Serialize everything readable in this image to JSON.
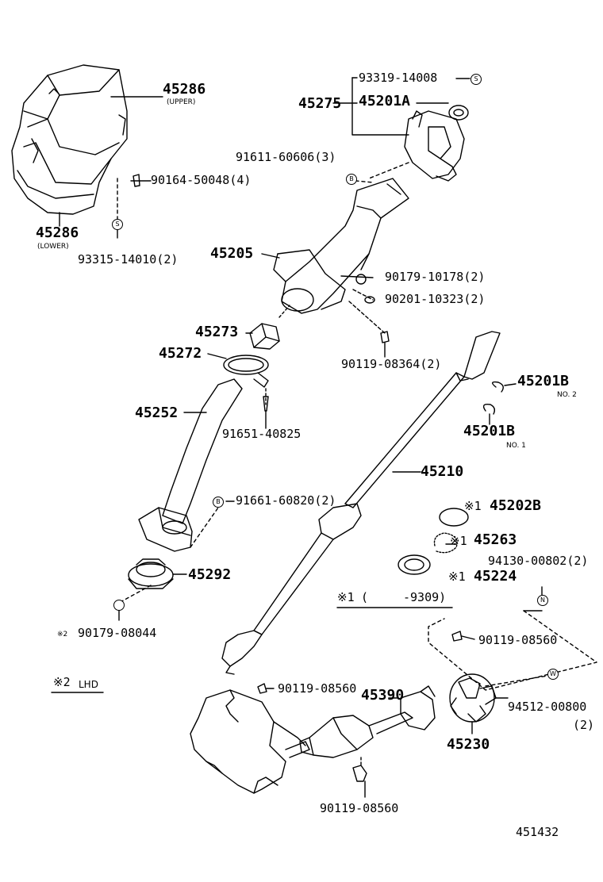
{
  "diagram_code": "451432",
  "parts": {
    "p45286_upper": {
      "num": "45286",
      "note": "(UPPER)"
    },
    "p45286_lower": {
      "num": "45286",
      "note": "(LOWER)"
    },
    "p93319": "93319-14008",
    "p45275": "45275",
    "p45201A": "45201A",
    "p91611": "91611-60606(3)",
    "p90164": "90164-50048(4)",
    "p93315": "93315-14010(2)",
    "p45205": "45205",
    "p90179_10178": "90179-10178(2)",
    "p90201": "90201-10323(2)",
    "p45273": "45273",
    "p45272": "45272",
    "p90119_08364": "90119-08364(2)",
    "p45201B_no2": {
      "num": "45201B",
      "note": "NO. 2"
    },
    "p45252": "45252",
    "p91651": "91651-40825",
    "p45201B_no1": {
      "num": "45201B",
      "note": "NO. 1"
    },
    "p45210": "45210",
    "p91661": "91661-60820(2)",
    "p45202B": "45202B",
    "p45263": "45263",
    "p94130": "94130-00802(2)",
    "p45292": "45292",
    "p45224": "45224",
    "p90179_08044": "90179-08044",
    "p90119_08560_a": "90119-08560",
    "p90119_08560_b": "90119-08560",
    "p90119_08560_c": "90119-08560",
    "p45390": "45390",
    "p94512": {
      "num": "94512-00800",
      "qty": "(2)"
    },
    "p45230": "45230"
  },
  "notes": {
    "note1_mark": "※1",
    "note1_open": "(",
    "note1_range": "-9309)",
    "note2_mark": "※2",
    "note2_text": "LHD",
    "mark1": "※1",
    "mark2": "※2"
  },
  "symbols": {
    "s": "S",
    "b": "B",
    "n": "N",
    "w": "W"
  }
}
